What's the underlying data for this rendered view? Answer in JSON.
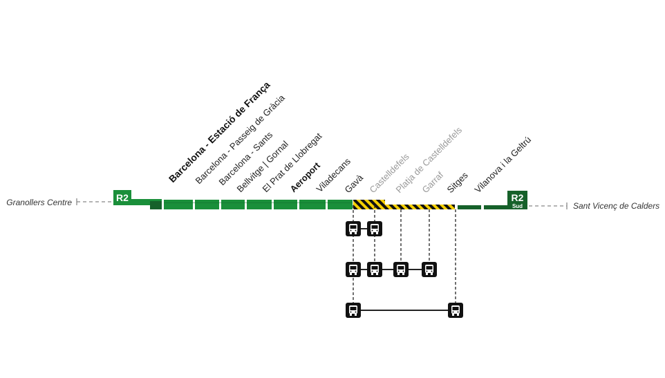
{
  "line": {
    "code": "R2",
    "code_end": "R2",
    "end_sub": "Sud",
    "color": "#1a8f3a",
    "color_dark": "#16612a",
    "hatch_yellow": "#f5d000"
  },
  "termini": {
    "left": "Granollers Centre",
    "right": "Sant Vicenç de Calders"
  },
  "stations": [
    {
      "name": "Barcelona - Estació de França",
      "style": "bold-large"
    },
    {
      "name": "Barcelona - Passeig de Gràcia",
      "style": "normal"
    },
    {
      "name": "Barcelona - Sants",
      "style": "normal"
    },
    {
      "name": "Bellvitge | Gornal",
      "style": "normal"
    },
    {
      "name": "El Prat de Llobregat",
      "style": "normal"
    },
    {
      "name": "Aeroport",
      "style": "bold"
    },
    {
      "name": "Viladecans",
      "style": "normal"
    },
    {
      "name": "Gavà",
      "style": "normal"
    },
    {
      "name": "Castelldefels",
      "style": "grey"
    },
    {
      "name": "Platja de Castelldefels",
      "style": "grey"
    },
    {
      "name": "Garraf",
      "style": "grey"
    },
    {
      "name": "Sitges",
      "style": "normal"
    },
    {
      "name": "Vilanova i la Geltrú",
      "style": "normal"
    }
  ],
  "bus_icon": "bus-icon"
}
